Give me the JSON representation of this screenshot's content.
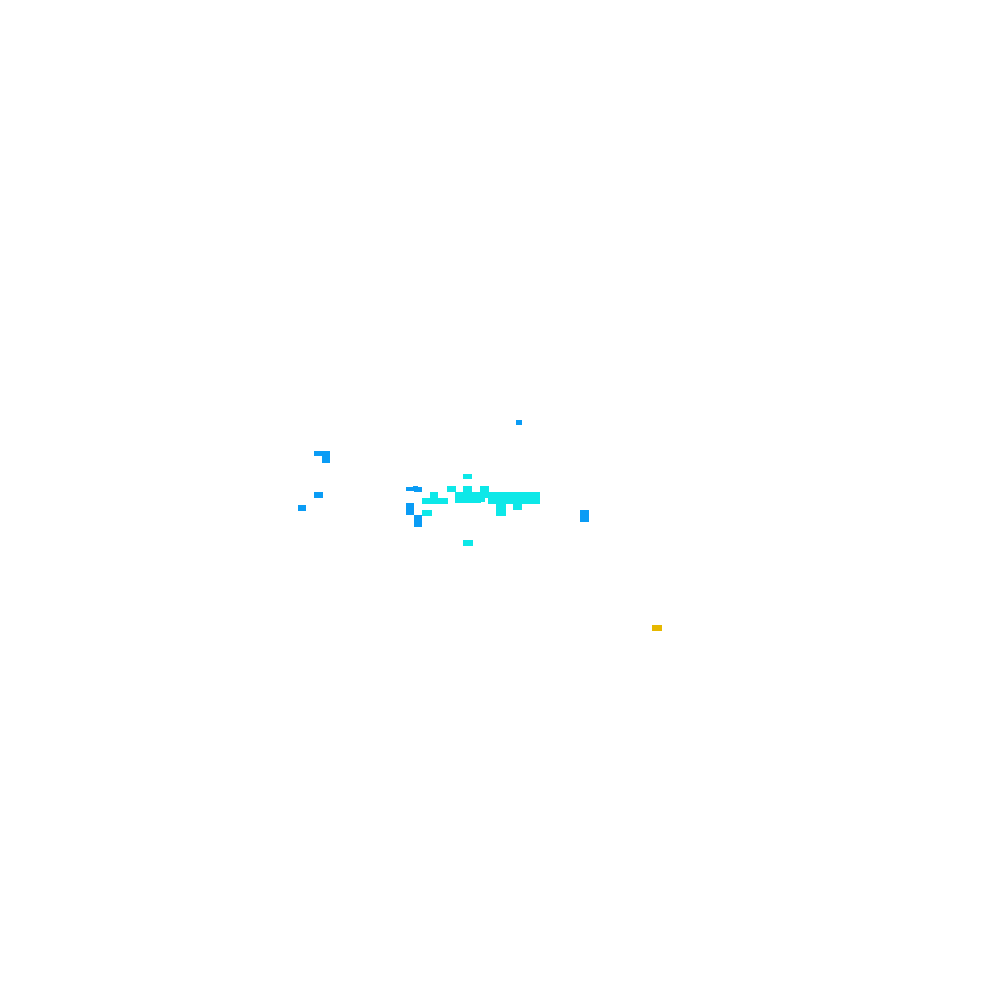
{
  "colors": {
    "background": "#ffffff",
    "blue": "#0a9cf5",
    "cyan": "#0de8e8",
    "gold": "#e6b800"
  },
  "pixel_map": {
    "blue_marks": 16,
    "cyan_marks": 22,
    "gold_marks": 1
  }
}
